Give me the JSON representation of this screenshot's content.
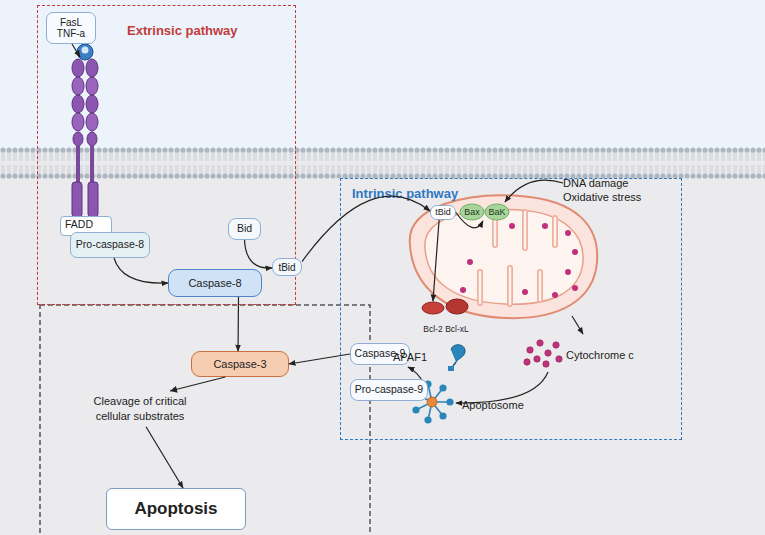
{
  "diagram": {
    "nodes": [
      {
        "text": [
          "Extrinsic pathway"
        ]
      },
      {
        "text": [
          "FasL TNF-a"
        ],
        "in": 0
      },
      {
        "text": [
          "FADD"
        ],
        "in": 0
      },
      {
        "text": [
          "Pro-caspase-8"
        ],
        "in": 0
      },
      {
        "text": [
          "Caspase-8"
        ],
        "in": 0
      },
      {
        "text": [
          "Bid"
        ],
        "in": 0
      },
      {
        "text": [
          "tBid"
        ]
      },
      {
        "text": [
          "Intrinsic pathway"
        ]
      },
      {
        "text": [
          "tBid"
        ],
        "in": 7
      },
      {
        "text": [
          "Bax"
        ],
        "in": 7
      },
      {
        "text": [
          "BaK"
        ],
        "in": 7
      },
      {
        "text": [
          "Bcl-2"
        ],
        "in": 7
      },
      {
        "text": [
          "Bcl-xL"
        ],
        "in": 7
      },
      {
        "text": [
          "Caspase-9"
        ],
        "in": 7
      },
      {
        "text": [
          "Pro-caspase-9"
        ],
        "in": 7
      },
      {
        "text": [
          "Caspase-3"
        ]
      },
      {
        "text": [
          "Apoptosis"
        ]
      }
    ],
    "edges": [
      {
        "from": 3,
        "to": 4,
        "arrow": "to"
      },
      {
        "from": 4,
        "to": 15,
        "arrow": "to"
      },
      {
        "from": 5,
        "to": 6,
        "arrow": "to"
      },
      {
        "from": 6,
        "to": 8,
        "arrow": "to"
      },
      {
        "from": 8,
        "to": 9,
        "arrow": "to"
      },
      {
        "from": 8,
        "to": 11,
        "arrow": "to"
      },
      {
        "from": 13,
        "to": 15,
        "arrow": "to"
      },
      {
        "from": 15,
        "to": 16,
        "label": "Cleavage of critical cellular substrates",
        "arrow": "to"
      }
    ],
    "labels": [
      "DNA damage Oxidative stress",
      "APAF1",
      "Cytochrome c",
      "Apoptosome"
    ]
  }
}
